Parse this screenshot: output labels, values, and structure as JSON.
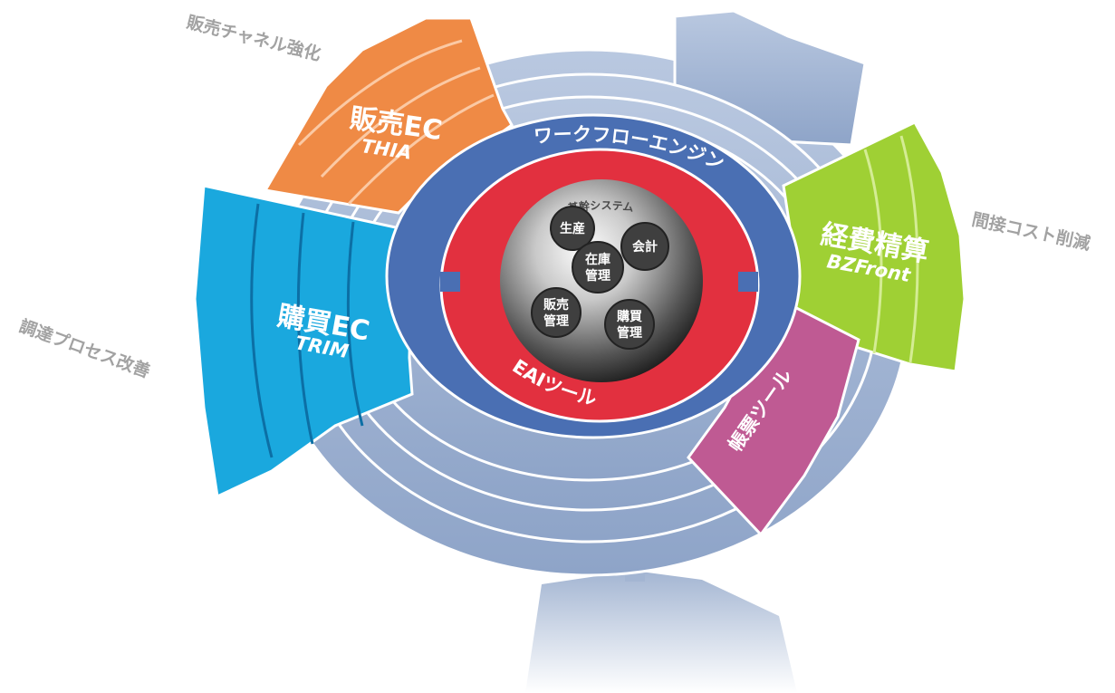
{
  "goals": {
    "sales_channel": "販売チャネル強化",
    "indirect_cost": "間接コスト削減",
    "procurement": "調達プロセス改善"
  },
  "segments": {
    "sales_ec": {
      "title": "販売EC",
      "sub": "THIA",
      "color": "#ef8a45"
    },
    "purchase_ec": {
      "title": "購買EC",
      "sub": "TRIM",
      "color": "#1aa8de"
    },
    "expense": {
      "title": "経費精算",
      "sub": "BZFront",
      "color": "#9fd034"
    },
    "forms": {
      "title": "帳票ツール",
      "color": "#bf5a93"
    }
  },
  "rings": {
    "workflow": {
      "label": "ワークフローエンジン",
      "color": "#4a6fb3"
    },
    "eai": {
      "label": "EAIツール",
      "color": "#e2303f"
    },
    "structure_color": "#a8b9d4"
  },
  "core": {
    "title": "基幹システム",
    "modules": {
      "production": "生産",
      "accounting": "会計",
      "inventory_line1": "在庫",
      "inventory_line2": "管理",
      "sales_line1": "販売",
      "sales_line2": "管理",
      "purchase_line1": "購買",
      "purchase_line2": "管理"
    }
  }
}
